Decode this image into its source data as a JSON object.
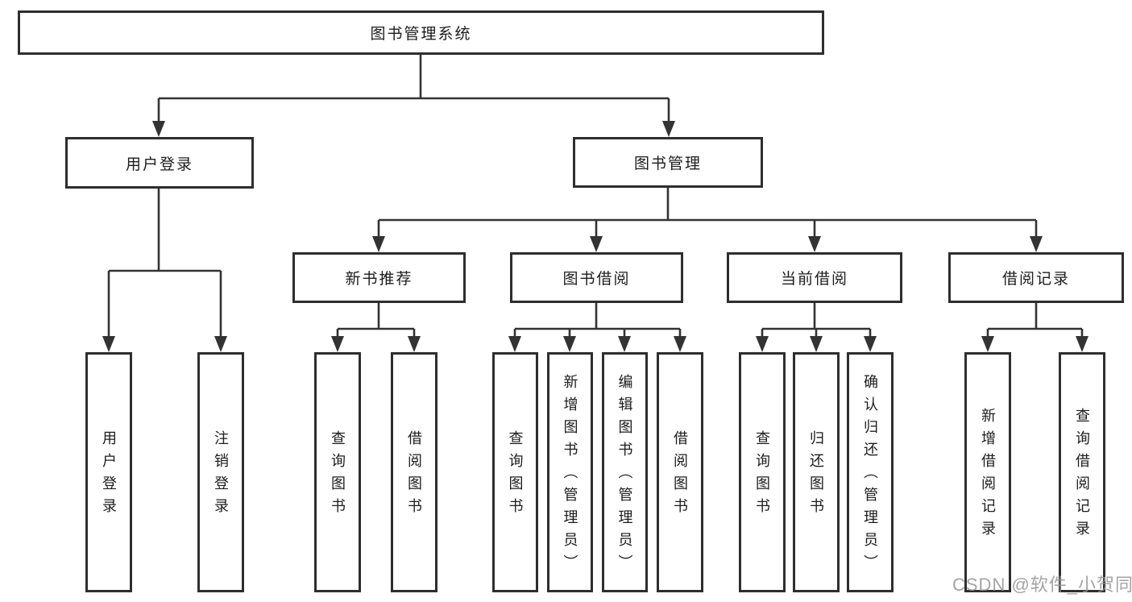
{
  "diagram": {
    "root": {
      "label": "图书管理系统"
    },
    "level2": [
      "用户登录",
      "图书管理"
    ],
    "level3": [
      "新书推荐",
      "图书借阅",
      "当前借阅",
      "借阅记录"
    ],
    "leaves": {
      "user_login": [
        "用户登录",
        "注销登录"
      ],
      "new_book_recommend": [
        "查询图书",
        "借阅图书"
      ],
      "book_borrow": [
        "查询图书",
        "新增图书（管理员）",
        "编辑图书（管理员）",
        "借阅图书"
      ],
      "current_borrow": [
        "查询图书",
        "归还图书",
        "确认归还（管理员）"
      ],
      "borrow_records": [
        "新增借阅记录",
        "查询借阅记录"
      ]
    }
  },
  "watermark": {
    "text": "CSDN @软件_小贺同学"
  },
  "colors": {
    "line": "#333333",
    "box_border": "#2e2e2e",
    "text": "#1c1c1c",
    "background": "#ffffff",
    "watermark": "#949494"
  }
}
